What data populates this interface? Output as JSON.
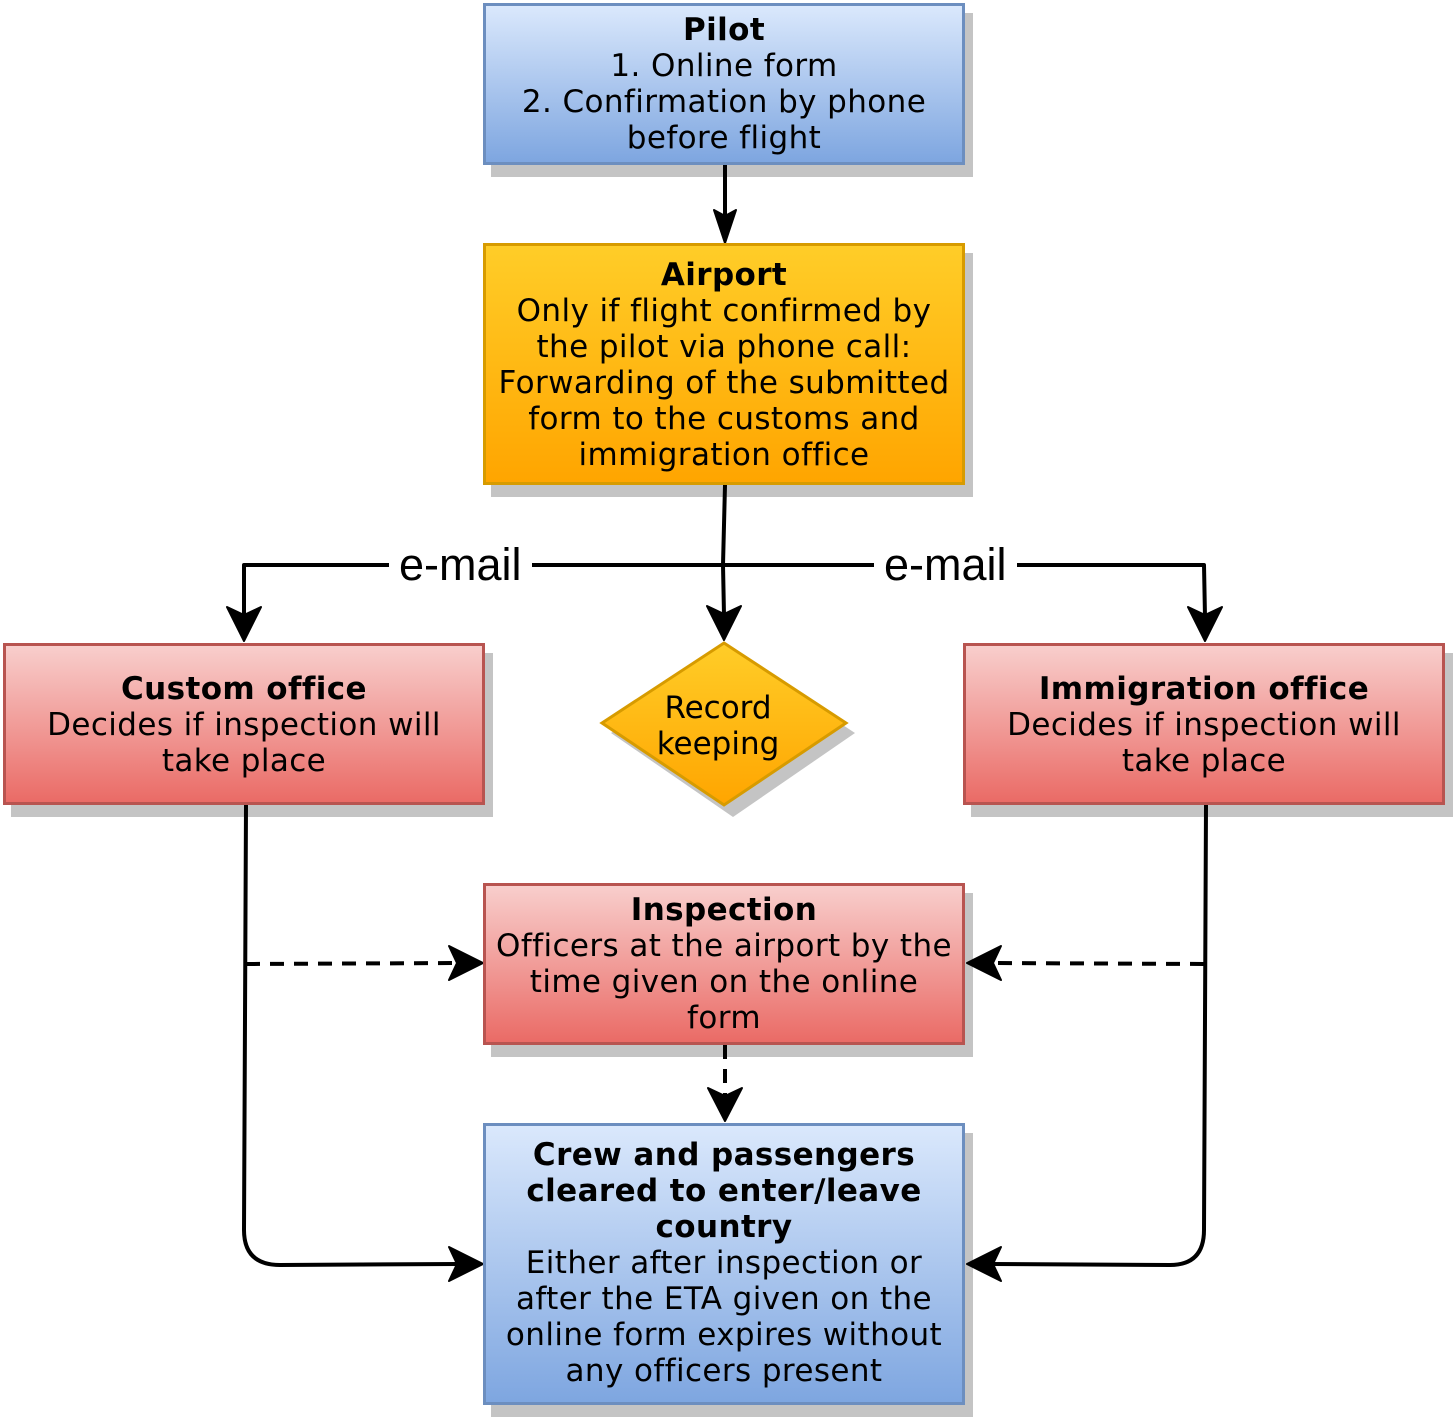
{
  "nodes": {
    "pilot": {
      "title": "Pilot",
      "lines": [
        "1. Online form",
        "2. Confirmation by phone",
        "before flight"
      ]
    },
    "airport": {
      "title": "Airport",
      "lines": [
        "Only if flight confirmed by",
        "the pilot via phone call:",
        "Forwarding of the submitted",
        "form to the customs and",
        "immigration office"
      ]
    },
    "custom_office": {
      "title": "Custom office",
      "lines": [
        "Decides if inspection will",
        "take place"
      ]
    },
    "immigration_office": {
      "title": "Immigration office",
      "lines": [
        "Decides if inspection will",
        "take place"
      ]
    },
    "record_keeping": {
      "lines": [
        "Record",
        "keeping"
      ]
    },
    "inspection": {
      "title": "Inspection",
      "lines": [
        "Officers at the airport by the",
        "time given on the online",
        "form"
      ]
    },
    "cleared": {
      "title_lines": [
        "Crew and passengers",
        "cleared to enter/leave",
        "country"
      ],
      "lines": [
        "Either after inspection or",
        "after the ETA given on the",
        "online form expires without",
        "any officers present"
      ]
    }
  },
  "edges": {
    "email_left": "e-mail",
    "email_right": "e-mail"
  },
  "colors": {
    "blue_fill_top": "#dae8fc",
    "blue_fill_bottom": "#7ea6e0",
    "blue_stroke": "#6c8ebf",
    "orange_fill_top": "#ffcd28",
    "orange_fill_bottom": "#ffa500",
    "orange_stroke": "#d79b00",
    "red_fill_top": "#f8cecc",
    "red_fill_bottom": "#ea6b66",
    "red_stroke": "#b85450",
    "shadow": "#c4c4c4",
    "edge": "#000000"
  }
}
